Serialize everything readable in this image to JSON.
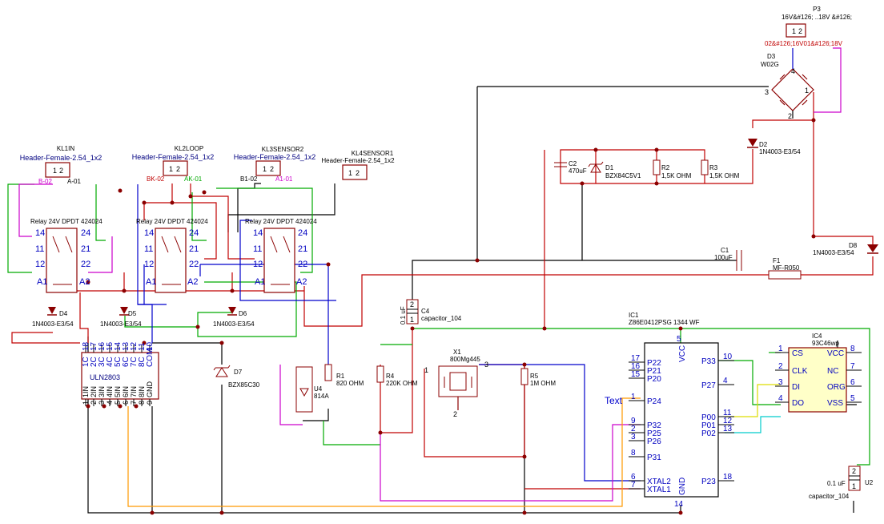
{
  "connectors": {
    "kl1": {
      "ref": "KL1IN",
      "part": "Header-Female-2.54_1x2",
      "pin1": "B-02",
      "pin2": "A-01"
    },
    "kl2": {
      "ref": "KL2LOOP",
      "part": "Header-Female-2.54_1x2",
      "pin1": "BK-02",
      "pin2": "AK-01"
    },
    "kl3": {
      "ref": "KL3SENSOR2",
      "part": "Header-Female-2.54_1x2",
      "pin1": "B1-02",
      "pin2": "A1-01"
    },
    "kl4": {
      "ref": "KL4SENSOR1",
      "part": "Header-Female-2.54_1x2"
    },
    "p3": {
      "ref": "P3",
      "part": "16V&#126; ..18V &#126;",
      "nets": "02&#126;16V01&#126;18V"
    }
  },
  "relays": [
    {
      "label": "Relay 24V DPDT 424024"
    },
    {
      "label": "Relay 24V DPDT 424024"
    },
    {
      "label": "Relay 24V DPDT 424024"
    }
  ],
  "relay_pins": [
    "14",
    "24",
    "11",
    "21",
    "12",
    "22",
    "A1",
    "A2"
  ],
  "diodes": {
    "d4": {
      "ref": "D4",
      "part": "1N4003-E3/54"
    },
    "d5": {
      "ref": "D5",
      "part": "1N4003-E3/54"
    },
    "d6": {
      "ref": "D6",
      "part": "1N4003-E3/54"
    },
    "d2": {
      "ref": "D2",
      "part": "1N4003-E3/54"
    },
    "d8": {
      "ref": "D8",
      "part": "1N4003-E3/54"
    },
    "d1": {
      "ref": "D1",
      "part": "BZX84C5V1"
    },
    "d7": {
      "ref": "D7",
      "part": "BZX85C30"
    },
    "d3": {
      "ref": "D3",
      "part": "W02G"
    }
  },
  "passives": {
    "c1": {
      "ref": "C1",
      "value": "100uF"
    },
    "c2": {
      "ref": "C2",
      "value": "470uF"
    },
    "c4": {
      "ref": "C4",
      "value": "capacitor_104",
      "cap": "0.1 uF"
    },
    "u2": {
      "ref": "U2",
      "value": "capacitor_104",
      "cap": "0.1 uF"
    },
    "r1": {
      "ref": "R1",
      "value": "820 OHM"
    },
    "r2": {
      "ref": "R2",
      "value": "1,5K OHM"
    },
    "r3": {
      "ref": "R3",
      "value": "1,5K OHM"
    },
    "r4": {
      "ref": "R4",
      "value": "220K OHM"
    },
    "r5": {
      "ref": "R5",
      "value": "1M OHM"
    },
    "f1": {
      "ref": "F1",
      "value": "MF-R050"
    },
    "x1": {
      "ref": "X1",
      "value": "800Mg445"
    },
    "u4": {
      "ref": "U4",
      "value": "814A"
    }
  },
  "uln": {
    "ref": "ULN2803",
    "top_pins": [
      "18",
      "17",
      "16",
      "15",
      "14",
      "13",
      "12",
      "11",
      "10"
    ],
    "top_names": [
      "1C",
      "2C",
      "3C",
      "4C",
      "5C",
      "6C",
      "7C",
      "8C",
      "COM"
    ],
    "bottom_pins": [
      "1",
      "2",
      "3",
      "4",
      "5",
      "6",
      "7",
      "8",
      "9"
    ],
    "bottom_names": [
      "1IN",
      "2IN",
      "3IN",
      "4IN",
      "5IN",
      "6IN",
      "7IN",
      "8IN",
      "GND"
    ]
  },
  "mcu": {
    "ref": "IC1",
    "part": "Z86E0412PSG 1344 WF",
    "vcc": "VCC",
    "vcc_pin": "5",
    "gnd": "GND",
    "gnd_pin": "14",
    "left": [
      {
        "pin": "17",
        "name": "P22"
      },
      {
        "pin": "16",
        "name": "P21"
      },
      {
        "pin": "15",
        "name": "P20"
      },
      {
        "pin": "1",
        "name": "P24"
      },
      {
        "pin": "9",
        "name": "P32"
      },
      {
        "pin": "2",
        "name": "P25"
      },
      {
        "pin": "3",
        "name": "P26"
      },
      {
        "pin": "8",
        "name": "P31"
      },
      {
        "pin": "6",
        "name": "XTAL2"
      },
      {
        "pin": "7",
        "name": "XTAL1"
      }
    ],
    "right": [
      {
        "pin": "10",
        "name": "P33"
      },
      {
        "pin": "4",
        "name": "P27"
      },
      {
        "pin": "11",
        "name": "P00"
      },
      {
        "pin": "12",
        "name": "P01"
      },
      {
        "pin": "13",
        "name": "P02"
      },
      {
        "pin": "18",
        "name": "P23"
      }
    ]
  },
  "eeprom": {
    "ref": "IC4",
    "part": "93C46wp",
    "left": [
      {
        "pin": "1",
        "name": "CS"
      },
      {
        "pin": "2",
        "name": "CLK"
      },
      {
        "pin": "3",
        "name": "DI"
      },
      {
        "pin": "4",
        "name": "DO"
      }
    ],
    "right": [
      {
        "pin": "8",
        "name": "VCC"
      },
      {
        "pin": "7",
        "name": "NC"
      },
      {
        "pin": "6",
        "name": "ORG"
      },
      {
        "pin": "5",
        "name": "VSS"
      }
    ]
  },
  "free_text": "Text",
  "pin_nums": {
    "one": "1",
    "two": "2",
    "three": "3",
    "four": "4"
  }
}
